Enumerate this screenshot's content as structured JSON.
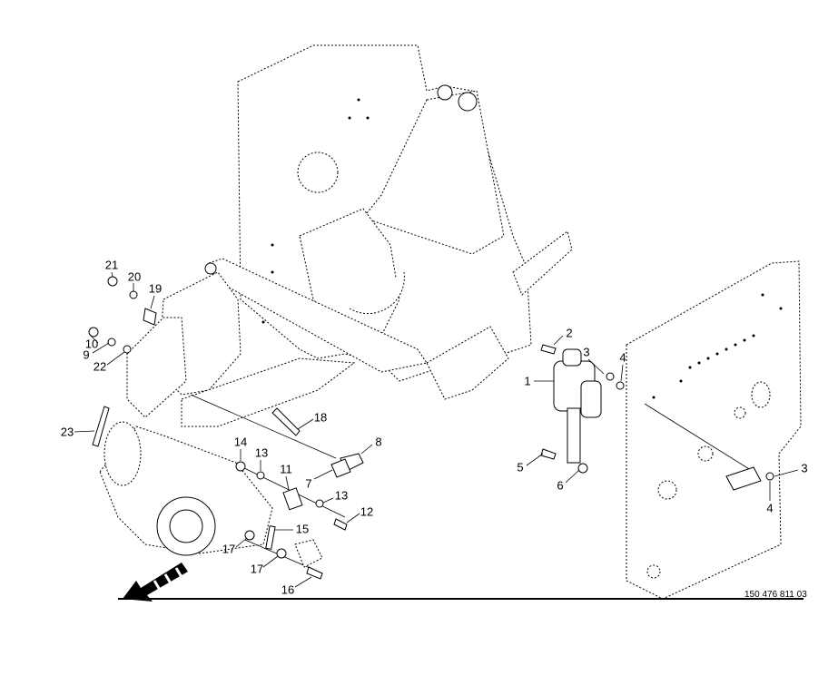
{
  "drawing_number": "150 476 811 03",
  "callouts": [
    "21",
    "20",
    "19",
    "10",
    "9",
    "22",
    "23",
    "18",
    "14",
    "13",
    "11",
    "8",
    "7",
    "13",
    "12",
    "15",
    "17",
    "17",
    "16",
    "2",
    "3",
    "4",
    "1",
    "5",
    "6",
    "3",
    "4"
  ],
  "direction_arrow_icon": "travel-direction-arrow"
}
